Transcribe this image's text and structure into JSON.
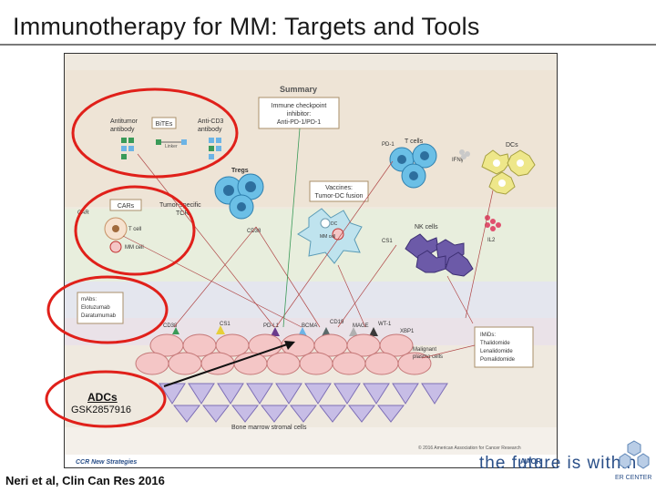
{
  "slide": {
    "title": "Immunotherapy for MM:  Targets and Tools",
    "citation": "Neri et al, Clin Can Res 2016"
  },
  "figure": {
    "summary_label": "Summary",
    "checkpoint_box": [
      "Immune checkpoint",
      "inhibitor:",
      "Anti-PD-1/PD-1"
    ],
    "antitumor_antibody": [
      "Antitumor",
      "antibody"
    ],
    "bites_label": "BiTEs",
    "linker_label": "Linker",
    "anti_cd3": [
      "Anti-CD3",
      "antibody"
    ],
    "tregs_label": "Tregs",
    "t_cells_label": "T cells",
    "pd1_label": "PD-1",
    "ifng_label": "IFNγ",
    "dcs_label": "DCs",
    "cars_label": "CARs",
    "car_tcr_label": "CAR",
    "tumor_tcr": [
      "Tumor-specific",
      "TCR"
    ],
    "t_cell_label": "T cell",
    "mm_cell_label": "MM cell",
    "cd38_upper": "CD38",
    "vaccines": [
      "Vaccines:",
      "Tumor-DC fusion"
    ],
    "dc_label": "DC",
    "mm_cell_fusion": "MM cell",
    "nk_cells_label": "NK cells",
    "cs1_right": "CS1",
    "il2_label": "IL2",
    "mabs": [
      "mAbs:",
      "Elotuzumab",
      "Daratumumab"
    ],
    "target_labels": [
      "CD38",
      "CS1",
      "PD-L1",
      "BCMA",
      "CD19",
      "MAGE",
      "WT-1",
      "XBP1"
    ],
    "malignant": [
      "Malignant",
      "plasma cells"
    ],
    "imids": [
      "IMiDs:",
      "Thalidomide",
      "Lenalidomide",
      "Pomalidomide"
    ],
    "stromal_label": "Bone marrow stromal cells",
    "copyright": "© 2016 American Association for Cancer Research",
    "aacr_label": "AACR",
    "ccr_label": "CCR New Strategies"
  },
  "adc": {
    "label": "ADCs",
    "drug": "GSK2857916"
  },
  "branding": {
    "text": "the future is within",
    "sub": "ER CENTER"
  },
  "colors": {
    "highlight_circle": "#e0201a",
    "plasma_cell": "#f4c6c6",
    "stromal_cell": "#c7bde6",
    "t_cell": "#6bbfe6",
    "dc": "#eee78a",
    "nk_cell": "#6c5aa8"
  }
}
